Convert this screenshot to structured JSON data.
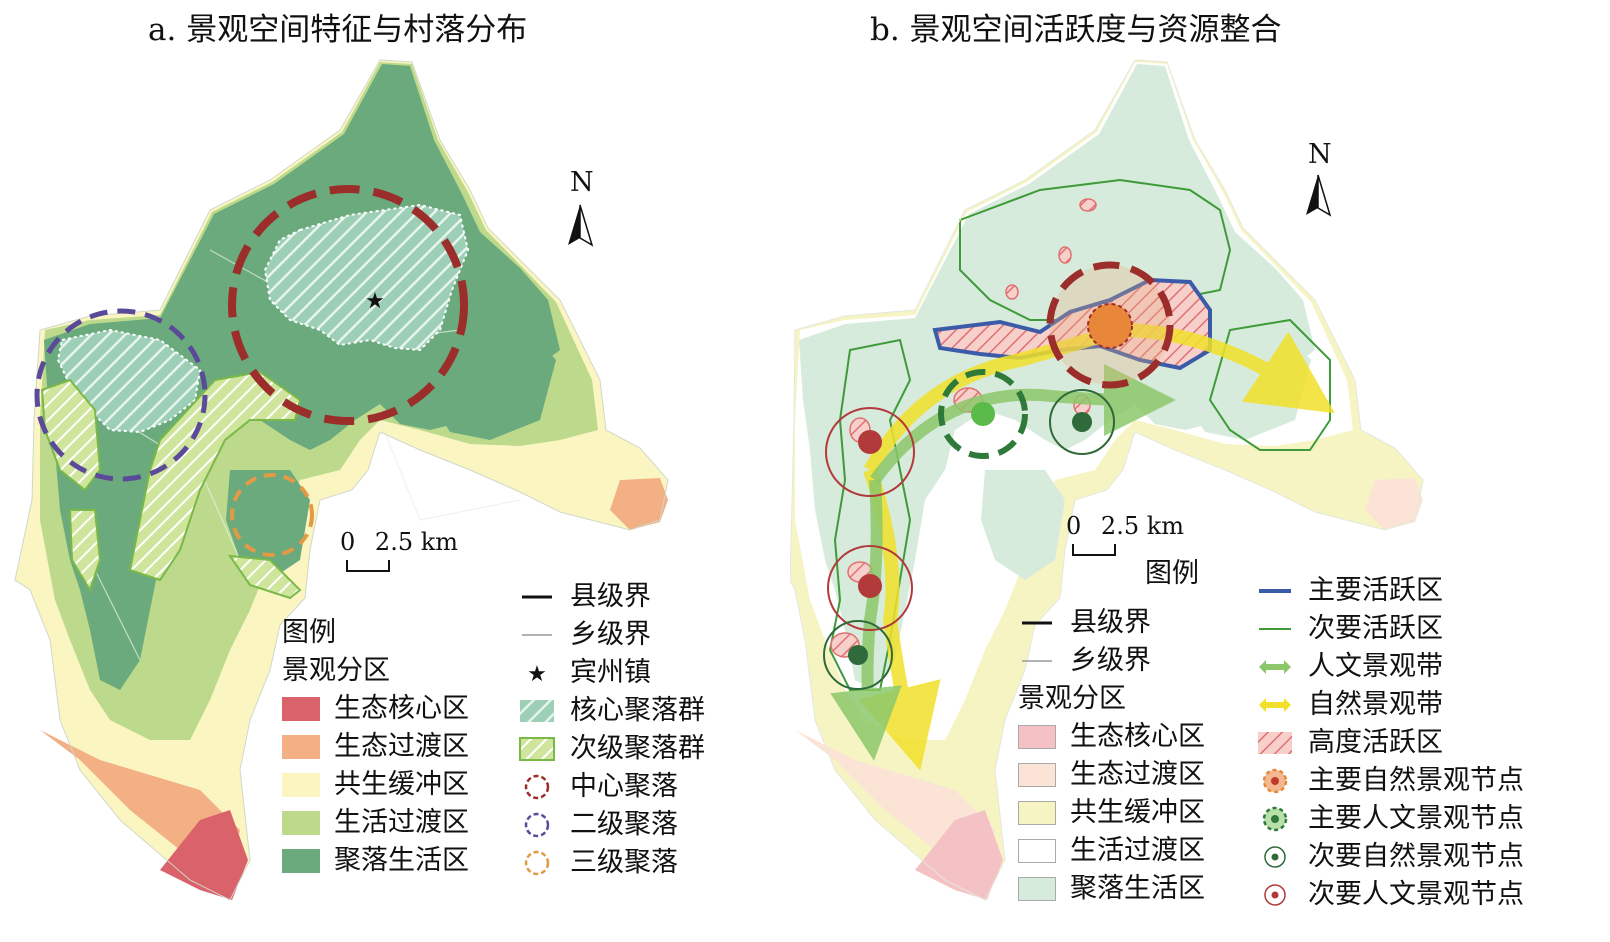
{
  "panel_a": {
    "title": "a. 景观空间特征与村落分布",
    "legend_title": "图例",
    "zoning_title": "景观分区",
    "zones": [
      {
        "label": "生态核心区",
        "color": "#d9626b"
      },
      {
        "label": "生态过渡区",
        "color": "#f2b084"
      },
      {
        "label": "共生缓冲区",
        "color": "#fbf5c2"
      },
      {
        "label": "生活过渡区",
        "color": "#bcd98c"
      },
      {
        "label": "聚落生活区",
        "color": "#6aaa7c"
      }
    ],
    "boundaries": [
      {
        "label": "县级界"
      },
      {
        "label": "乡级界"
      }
    ],
    "town": {
      "label": "宾州镇"
    },
    "clusters": [
      {
        "label": "核心聚落群"
      },
      {
        "label": "次级聚落群"
      }
    ],
    "settlements": [
      {
        "label": "中心聚落",
        "color": "#9b2d2a"
      },
      {
        "label": "二级聚落",
        "color": "#5b4a9a"
      },
      {
        "label": "三级聚落",
        "color": "#e39a45"
      }
    ],
    "north": "N",
    "scale": {
      "zero": "0",
      "value": "2.5 km"
    }
  },
  "panel_b": {
    "title": "b. 景观空间活跃度与资源整合",
    "legend_title": "图例",
    "zoning_title": "景观分区",
    "boundaries": [
      {
        "label": "县级界"
      },
      {
        "label": "乡级界"
      }
    ],
    "zones": [
      {
        "label": "生态核心区",
        "color": "#f4c2c4"
      },
      {
        "label": "生态过渡区",
        "color": "#fbe3d6"
      },
      {
        "label": "共生缓冲区",
        "color": "#f7f4c4"
      },
      {
        "label": "生活过渡区",
        "color": "#ffffff"
      },
      {
        "label": "聚落生活区",
        "color": "#d7ebdc"
      }
    ],
    "activity": [
      {
        "label": "主要活跃区",
        "color": "#3b5ba8"
      },
      {
        "label": "次要活跃区",
        "color": "#3f9a3a"
      },
      {
        "label": "人文景观带",
        "color": "#8cc86a"
      },
      {
        "label": "自然景观带",
        "color": "#f2e12a"
      },
      {
        "label": "高度活跃区",
        "color": "#e07070"
      },
      {
        "label": "主要自然景观节点",
        "color": "#e8873a"
      },
      {
        "label": "主要人文景观节点",
        "color": "#2f7a3a"
      },
      {
        "label": "次要自然景观节点",
        "color": "#2f6a3a"
      },
      {
        "label": "次要人文景观节点",
        "color": "#b23a3a"
      }
    ],
    "north": "N",
    "scale": {
      "zero": "0",
      "value": "2.5 km"
    }
  }
}
